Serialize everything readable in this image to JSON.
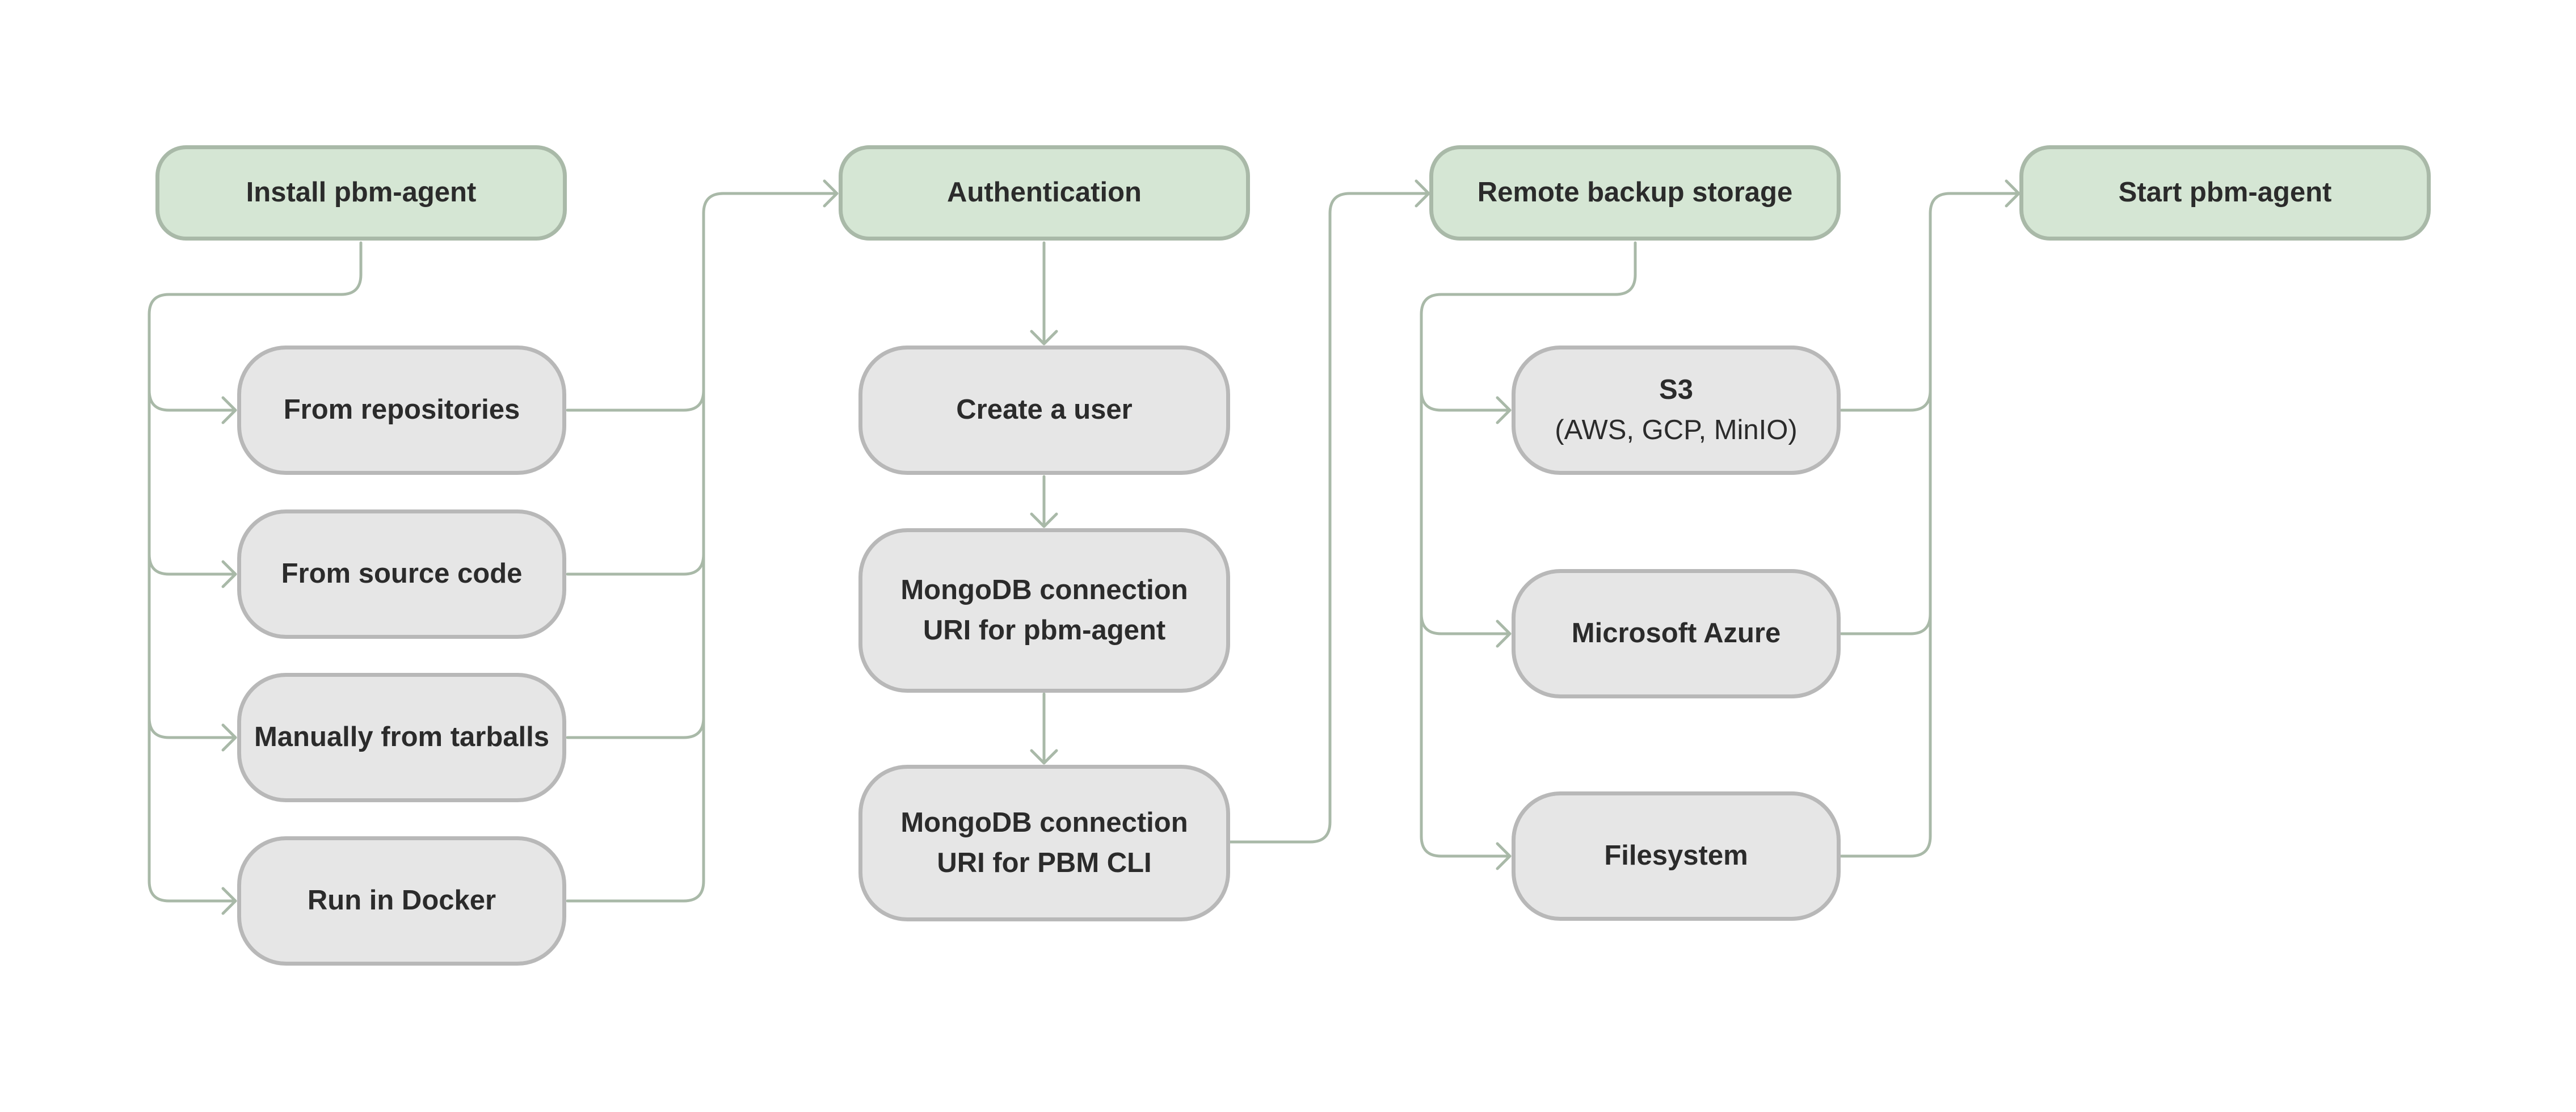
{
  "stages": [
    {
      "id": "install",
      "label": "Install pbm-agent"
    },
    {
      "id": "auth",
      "label": "Authentication"
    },
    {
      "id": "storage",
      "label": "Remote backup storage"
    },
    {
      "id": "start",
      "label": "Start pbm-agent"
    }
  ],
  "install_options": [
    {
      "label": "From repositories"
    },
    {
      "label": "From source code"
    },
    {
      "label": "Manually from tarballs"
    },
    {
      "label": "Run in Docker"
    }
  ],
  "auth_steps": [
    {
      "line1": "Create a user"
    },
    {
      "line1": "MongoDB connection",
      "line2": "URI for pbm-agent"
    },
    {
      "line1": "MongoDB connection",
      "line2": "URI for PBM CLI"
    }
  ],
  "storage_options": [
    {
      "line1": "S3",
      "line2": "(AWS, GCP, MinIO)"
    },
    {
      "line1": "Microsoft Azure"
    },
    {
      "line1": "Filesystem"
    }
  ],
  "colors": {
    "stage_fill": "#d5e6d4",
    "stage_border": "#a9b9a8",
    "option_fill": "#e6e6e6",
    "option_border": "#b8b8b8",
    "connector": "#a9b9a8",
    "text": "#2b2b2b"
  }
}
